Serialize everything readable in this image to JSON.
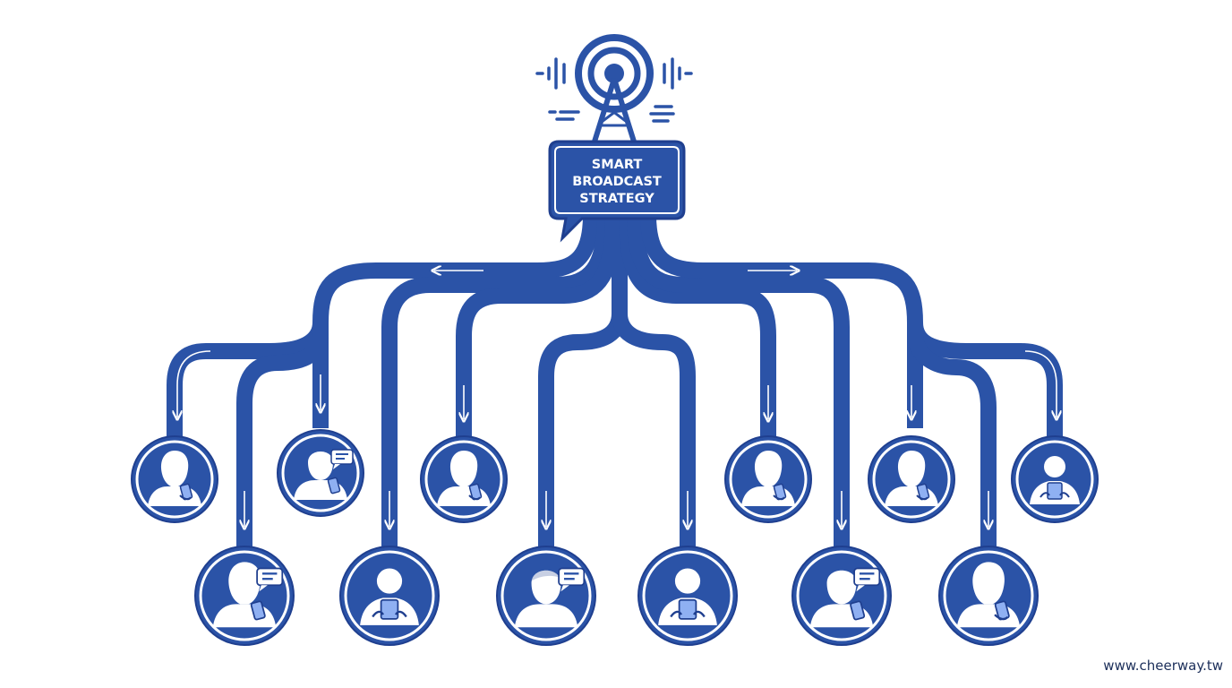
{
  "colors": {
    "primary": "#2b53a7",
    "dark": "#1f3f8f",
    "light": "#8fb0f2",
    "background": "#ffffff"
  },
  "title": {
    "lines": [
      "SMART",
      "BROADCAST",
      "STRATEGY"
    ]
  },
  "top_icon": "broadcast-tower-icon",
  "nodes": [
    {
      "row": 1,
      "icon": "woman-with-phone-icon"
    },
    {
      "row": 1,
      "icon": "man-with-phone-and-chat-icon"
    },
    {
      "row": 1,
      "icon": "woman-with-phone-icon"
    },
    {
      "row": 1,
      "icon": "woman-with-phone-icon"
    },
    {
      "row": 1,
      "icon": "woman-with-phone-icon"
    },
    {
      "row": 1,
      "icon": "person-with-phone-icon"
    },
    {
      "row": 2,
      "icon": "woman-with-phone-and-chat-icon"
    },
    {
      "row": 2,
      "icon": "person-with-phone-icon"
    },
    {
      "row": 2,
      "icon": "man-with-chat-icon"
    },
    {
      "row": 2,
      "icon": "person-with-phone-icon"
    },
    {
      "row": 2,
      "icon": "man-with-phone-and-chat-icon"
    },
    {
      "row": 2,
      "icon": "woman-with-phone-icon"
    }
  ],
  "watermark": "www.cheerway.tw"
}
